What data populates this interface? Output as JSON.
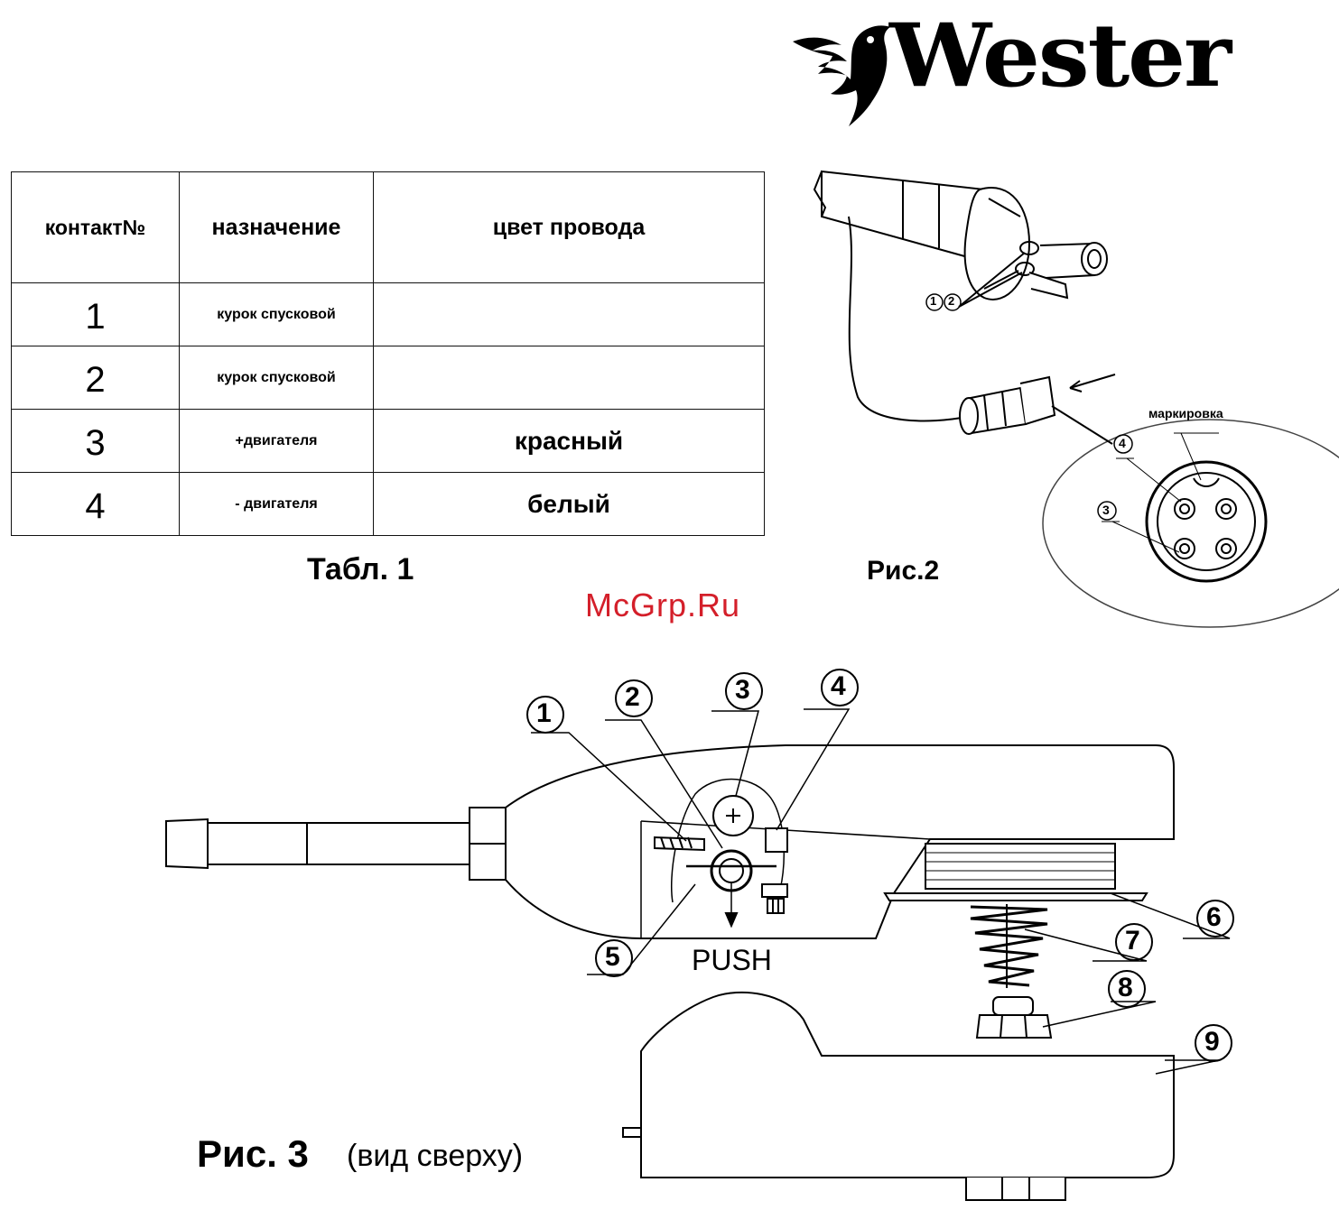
{
  "logo": {
    "text": "Wester"
  },
  "table": {
    "headers": [
      "контакт№",
      "назначение",
      "цвет провода"
    ],
    "rows": [
      {
        "contact": "1",
        "purpose": "курок спусковой",
        "wire_color": ""
      },
      {
        "contact": "2",
        "purpose": "курок спусковой",
        "wire_color": ""
      },
      {
        "contact": "3",
        "purpose": "+двигателя",
        "wire_color": "красный"
      },
      {
        "contact": "4",
        "purpose": "- двигателя",
        "wire_color": "белый"
      }
    ],
    "caption": "Табл. 1"
  },
  "figure2": {
    "caption": "Рис.2",
    "marking_label": "маркировка",
    "callouts": [
      "1",
      "2",
      "3",
      "4"
    ]
  },
  "watermark": "McGrp.Ru",
  "figure3": {
    "caption": "Рис. 3",
    "subcaption": "(вид сверху)",
    "push_label": "PUSH",
    "callouts": [
      "1",
      "2",
      "3",
      "4",
      "5",
      "6",
      "7",
      "8",
      "9"
    ]
  },
  "colors": {
    "watermark": "#d41f2a",
    "ink": "#000000"
  }
}
